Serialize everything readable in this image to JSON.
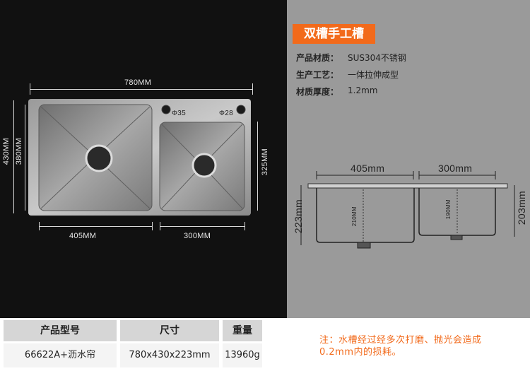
{
  "title": "双槽手工槽",
  "specs": [
    {
      "label": "产品材质：",
      "value": "SUS304不锈钢"
    },
    {
      "label": "生产工艺：",
      "value": "一体拉伸成型"
    },
    {
      "label": "材质厚度：",
      "value": "1.2mm"
    }
  ],
  "top_view": {
    "total_width": "780MM",
    "height_outer": "430MM",
    "height_inner": "380MM",
    "height_small": "325MM",
    "left_width": "405MM",
    "right_width": "300MM",
    "hole_left": "Φ35",
    "hole_right": "Φ28"
  },
  "side_view": {
    "left_width": "405mm",
    "right_width": "300mm",
    "left_outer_depth": "223mm",
    "right_outer_depth": "203mm",
    "left_inner_depth": "210MM",
    "right_inner_depth": "190MM"
  },
  "table": {
    "headers": [
      "产品型号",
      "尺寸",
      "重量"
    ],
    "values": [
      "66622A+沥水帘",
      "780x430x223mm",
      "13960g"
    ]
  },
  "note": "注：水槽经过经多次打磨、抛光会造成0.2mm内的损耗。",
  "colors": {
    "accent": "#f26a1b",
    "dark_bg": "#111111",
    "gray_bg": "#9a9a9a"
  }
}
